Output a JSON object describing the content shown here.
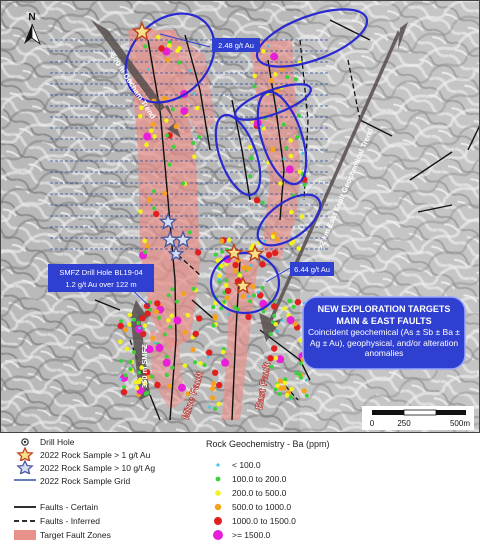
{
  "map": {
    "labels": {
      "gocham_trend": ">500 m Gocham Trend",
      "east_fault_trend": ">2 km East Fault Geochemical Trend",
      "smfz_len": "350 m SMFZ",
      "mine_fault": "Mine Fault",
      "east_fault": "East Fault",
      "callout_top": "2.48 g/t Au",
      "callout_mid": "6.44 g/t Au",
      "callout_drill_line1": "SMFZ Drill Hole BL19-04",
      "callout_drill_line2": "1.2 g/t Au over 122 m",
      "targets_title1": "NEW EXPLORATION TARGETS",
      "targets_title2": "MAIN & EAST FAULTS",
      "targets_body": "Coincident geochemical (As ± Sb ± Ba ± Ag ± Au), geophysical, and/or alteration anomalies",
      "north": "N"
    },
    "scalebar": {
      "ticks": [
        "0",
        "250",
        "500m"
      ]
    }
  },
  "legend": {
    "left": [
      {
        "label": "Drill Hole",
        "icon": "drill-hole-icon"
      },
      {
        "label": "2022 Rock Sample > 1 g/t Au",
        "icon": "star-orange-icon"
      },
      {
        "label": "2022 Rock Sample > 10 g/t Ag",
        "icon": "star-blue-icon"
      },
      {
        "label": "2022 Rock Sample Grid",
        "icon": "grid-line-icon"
      },
      {
        "label": "Faults - Certain",
        "icon": "fault-solid-icon"
      },
      {
        "label": "Faults - Inferred",
        "icon": "fault-dashed-icon"
      },
      {
        "label": "Target Fault Zones",
        "icon": "fault-zone-icon"
      }
    ],
    "right_title": "Rock Geochemistry - Ba (ppm)",
    "right": [
      {
        "label": "< 100.0",
        "color": "#3ec8e8"
      },
      {
        "label": "100.0 to 200.0",
        "color": "#3ad13a"
      },
      {
        "label": "200.0 to 500.0",
        "color": "#f2f21e"
      },
      {
        "label": "500.0 to 1000.0",
        "color": "#f5a21c"
      },
      {
        "label": "1000.0 to 1500.0",
        "color": "#e02020"
      },
      {
        "label": ">= 1500.0",
        "color": "#e81ed8"
      }
    ]
  },
  "colors": {
    "fault_zone": "#e8908a",
    "ellipse": "#2a2ad0",
    "arrow": "#5a5050",
    "callout": "#2f3fd0",
    "grid_line": "#3050a0"
  }
}
